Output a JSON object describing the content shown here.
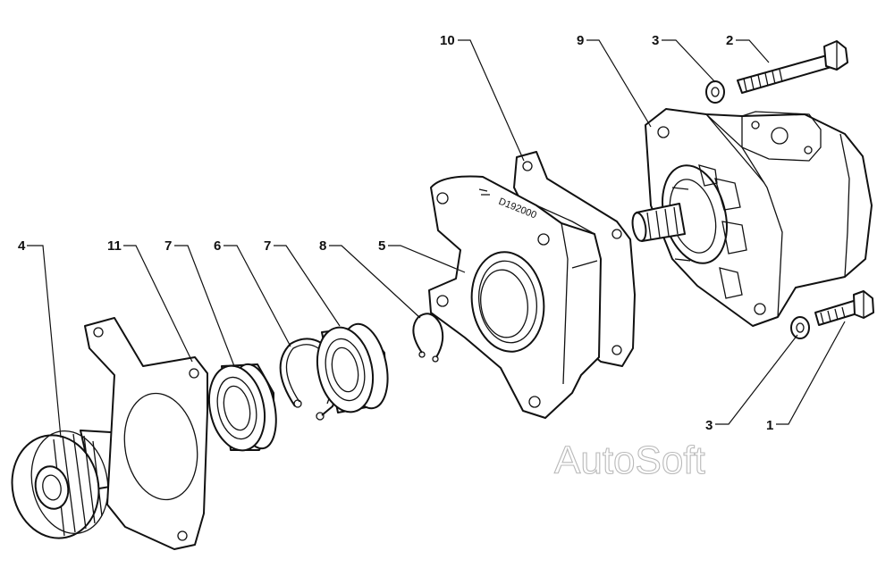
{
  "callouts": {
    "c1": "1",
    "c2": "2",
    "c3_top": "3",
    "c3_bottom": "3",
    "c4": "4",
    "c5": "5",
    "c6": "6",
    "c7_left": "7",
    "c7_right": "7",
    "c8": "8",
    "c9": "9",
    "c10": "10",
    "c11": "11"
  },
  "housing_stamp": "D192000",
  "watermark": "AutoSoft",
  "colors": {
    "line": "#111111",
    "background": "#ffffff",
    "watermark_outline": "#b9b9b9"
  }
}
